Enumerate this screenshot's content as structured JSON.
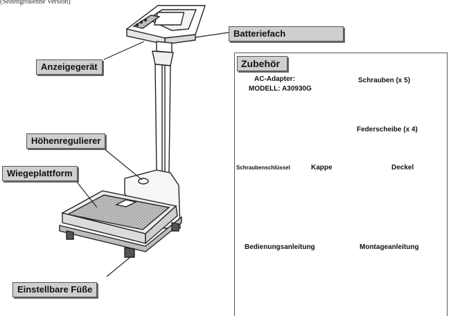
{
  "header_note": "(Seitengrößenne Version)",
  "labels": {
    "display": "Anzeigegerät",
    "battery": "Batteriefach",
    "height_adjuster": "Höhenregulierer",
    "platform": "Wiegeplattform",
    "feet": "Einstellbare Füße"
  },
  "accessories": {
    "title": "Zubehör",
    "ac_adapter_line1": "AC-Adapter:",
    "ac_adapter_line2": "MODELL: A30930G",
    "screws": "Schrauben (x 5)",
    "spring_washer": "Federscheibe (x 4)",
    "wrench": "Schraubenschlüssel",
    "cap": "Kappe",
    "cover": "Deckel",
    "manual": "Bedienungsanleitung",
    "assembly": "Montageanleitung"
  },
  "colors": {
    "label_fill": "#cfcfcf",
    "line": "#222222",
    "platform_mat": "#b8b8b8"
  }
}
